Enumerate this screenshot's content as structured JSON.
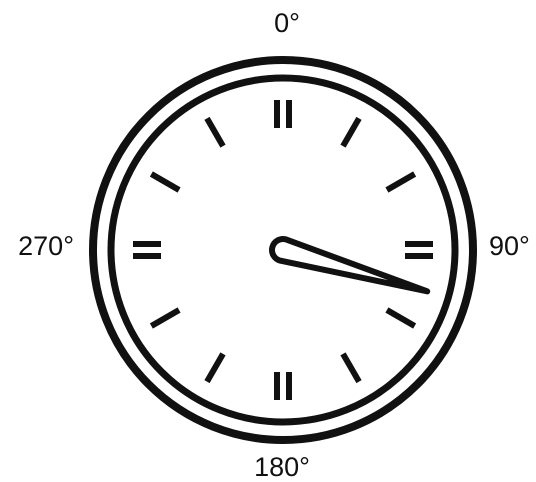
{
  "dial": {
    "labels": {
      "top": "0°",
      "right": "90°",
      "bottom": "180°",
      "left": "270°"
    }
  },
  "pointer": {
    "angle_deg": 106
  },
  "colors": {
    "stroke": "#111111",
    "background": "#ffffff"
  }
}
